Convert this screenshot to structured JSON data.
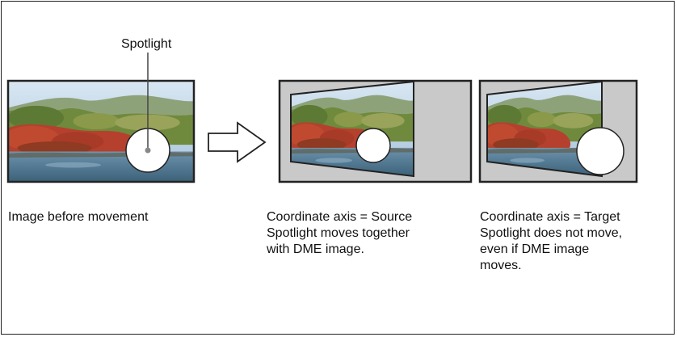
{
  "callout_label": "Spotlight",
  "captions": {
    "before": "Image before movement",
    "source_title": "Coordinate axis = Source",
    "source_desc": "Spotlight moves together\nwith DME image.",
    "target_title": "Coordinate axis = Target",
    "target_desc": "Spotlight does not move,\neven if DME image\nmoves."
  },
  "colors": {
    "border": "#222222",
    "panel_gray": "#c9c9c9",
    "spotlight": "#ffffff",
    "sky": "#a9c6e0",
    "foliage_red": "#b5402e",
    "foliage_green": "#6f8a3c",
    "water": "#4f7894"
  }
}
